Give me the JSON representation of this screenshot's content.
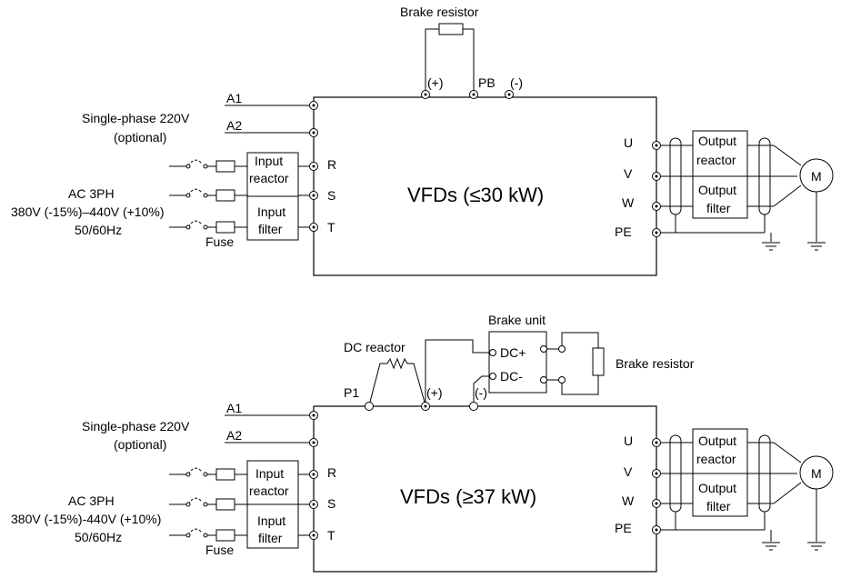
{
  "diagram1": {
    "vfd_label": "VFDs (≤30 kW)",
    "brake_resistor": "Brake resistor",
    "dc_plus": "(+)",
    "pb": "PB",
    "dc_minus": "(-)",
    "a1": "A1",
    "a2": "A2",
    "single_phase_line1": "Single-phase 220V",
    "single_phase_line2": "(optional)",
    "ac_line1": "AC 3PH",
    "ac_line2": "380V (-15%)–440V (+10%)",
    "ac_line3": "50/60Hz",
    "fuse": "Fuse",
    "input_reactor_l1": "Input",
    "input_reactor_l2": "reactor",
    "input_filter_l1": "Input",
    "input_filter_l2": "filter",
    "r": "R",
    "s": "S",
    "t": "T",
    "u": "U",
    "v": "V",
    "w": "W",
    "pe": "PE",
    "output_reactor_l1": "Output",
    "output_reactor_l2": "reactor",
    "output_filter_l1": "Output",
    "output_filter_l2": "filter",
    "motor": "M"
  },
  "diagram2": {
    "vfd_label": "VFDs (≥37 kW)",
    "dc_reactor": "DC reactor",
    "brake_unit": "Brake unit",
    "brake_dc_plus": "DC+",
    "brake_dc_minus": "DC-",
    "brake_resistor": "Brake resistor",
    "p1": "P1",
    "dc_plus": "(+)",
    "dc_minus": "(-)",
    "a1": "A1",
    "a2": "A2",
    "single_phase_line1": "Single-phase 220V",
    "single_phase_line2": "(optional)",
    "ac_line1": "AC 3PH",
    "ac_line2": "380V (-15%)-440V (+10%)",
    "ac_line3": "50/60Hz",
    "fuse": "Fuse",
    "input_reactor_l1": "Input",
    "input_reactor_l2": "reactor",
    "input_filter_l1": "Input",
    "input_filter_l2": "filter",
    "r": "R",
    "s": "S",
    "t": "T",
    "u": "U",
    "v": "V",
    "w": "W",
    "pe": "PE",
    "output_reactor_l1": "Output",
    "output_reactor_l2": "reactor",
    "output_filter_l1": "Output",
    "output_filter_l2": "filter",
    "motor": "M"
  }
}
